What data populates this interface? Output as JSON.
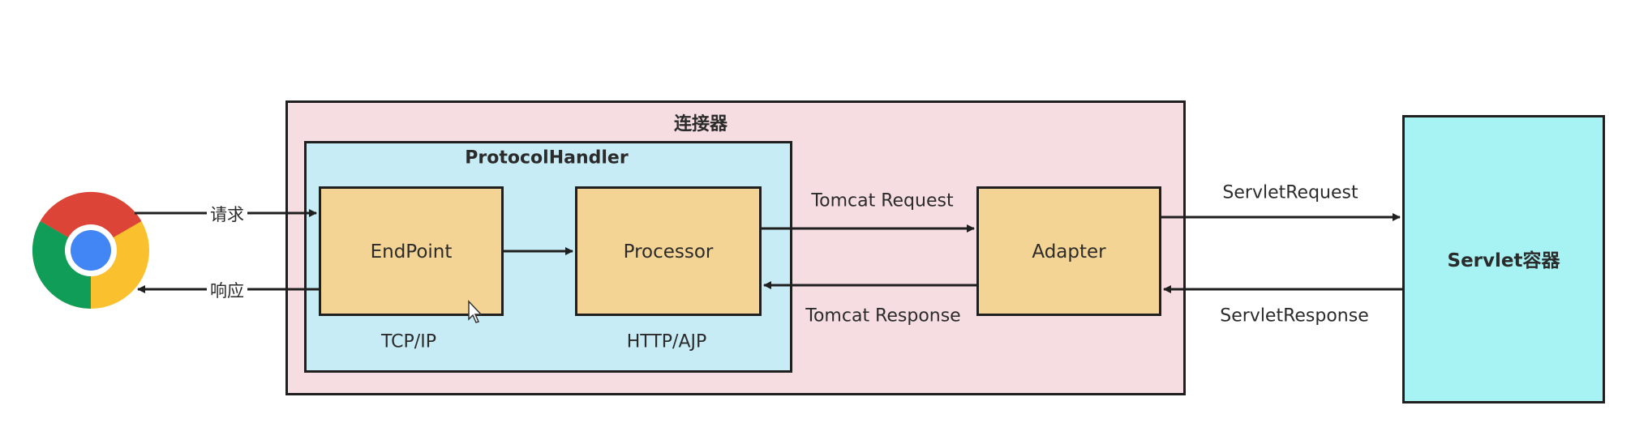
{
  "connector": {
    "title": "连接器"
  },
  "protocol_handler": {
    "title": "ProtocolHandler"
  },
  "endpoint": {
    "label": "EndPoint",
    "caption": "TCP/IP"
  },
  "processor": {
    "label": "Processor",
    "caption": "HTTP/AJP"
  },
  "adapter": {
    "label": "Adapter"
  },
  "servlet_container": {
    "label": "Servlet容器"
  },
  "arrows": {
    "request": "请求",
    "response": "响应",
    "tomcat_request": "Tomcat Request",
    "tomcat_response": "Tomcat Response",
    "servlet_request": "ServletRequest",
    "servlet_response": "ServletResponse"
  },
  "icons": {
    "browser": "chrome-icon",
    "cursor": "mouse-pointer-icon"
  },
  "colors": {
    "connector_fill": "#f6dde2",
    "handler_fill": "#c8ecf6",
    "component_fill": "#f4d494",
    "servlet_fill": "#a7f3f3"
  }
}
